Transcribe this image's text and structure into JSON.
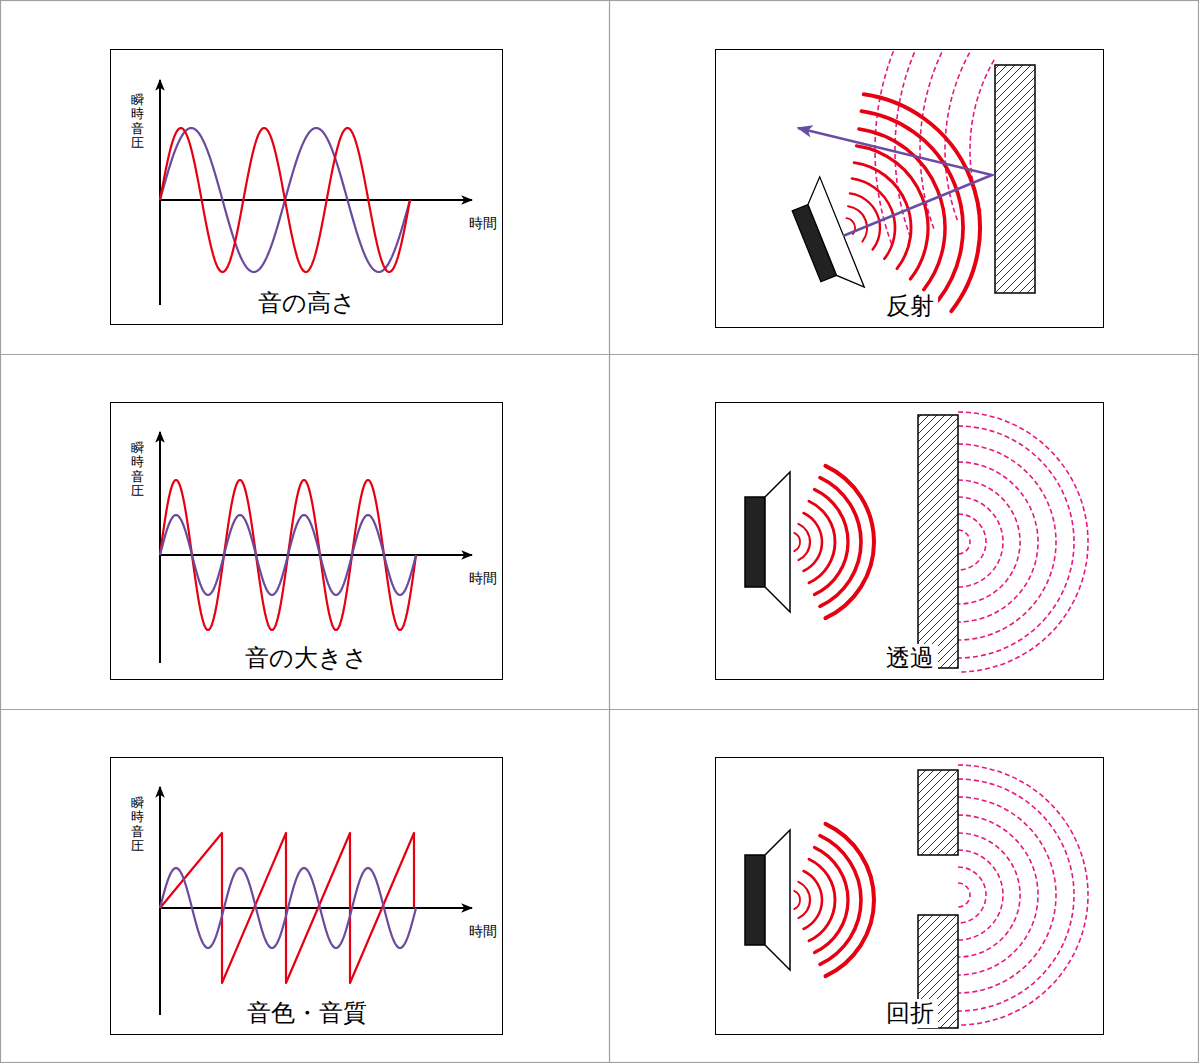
{
  "diagram": {
    "nodes": [
      {
        "text": [
          "瞬時音圧",
          "時間",
          "音の高さ"
        ]
      },
      {
        "text": [
          "反射"
        ]
      },
      {
        "text": [
          "瞬時音圧",
          "時間",
          "音の大きさ"
        ]
      },
      {
        "text": [
          "透過"
        ]
      },
      {
        "text": [
          "瞬時音圧",
          "時間",
          "音色・音質"
        ]
      },
      {
        "text": [
          "回折"
        ]
      }
    ]
  }
}
